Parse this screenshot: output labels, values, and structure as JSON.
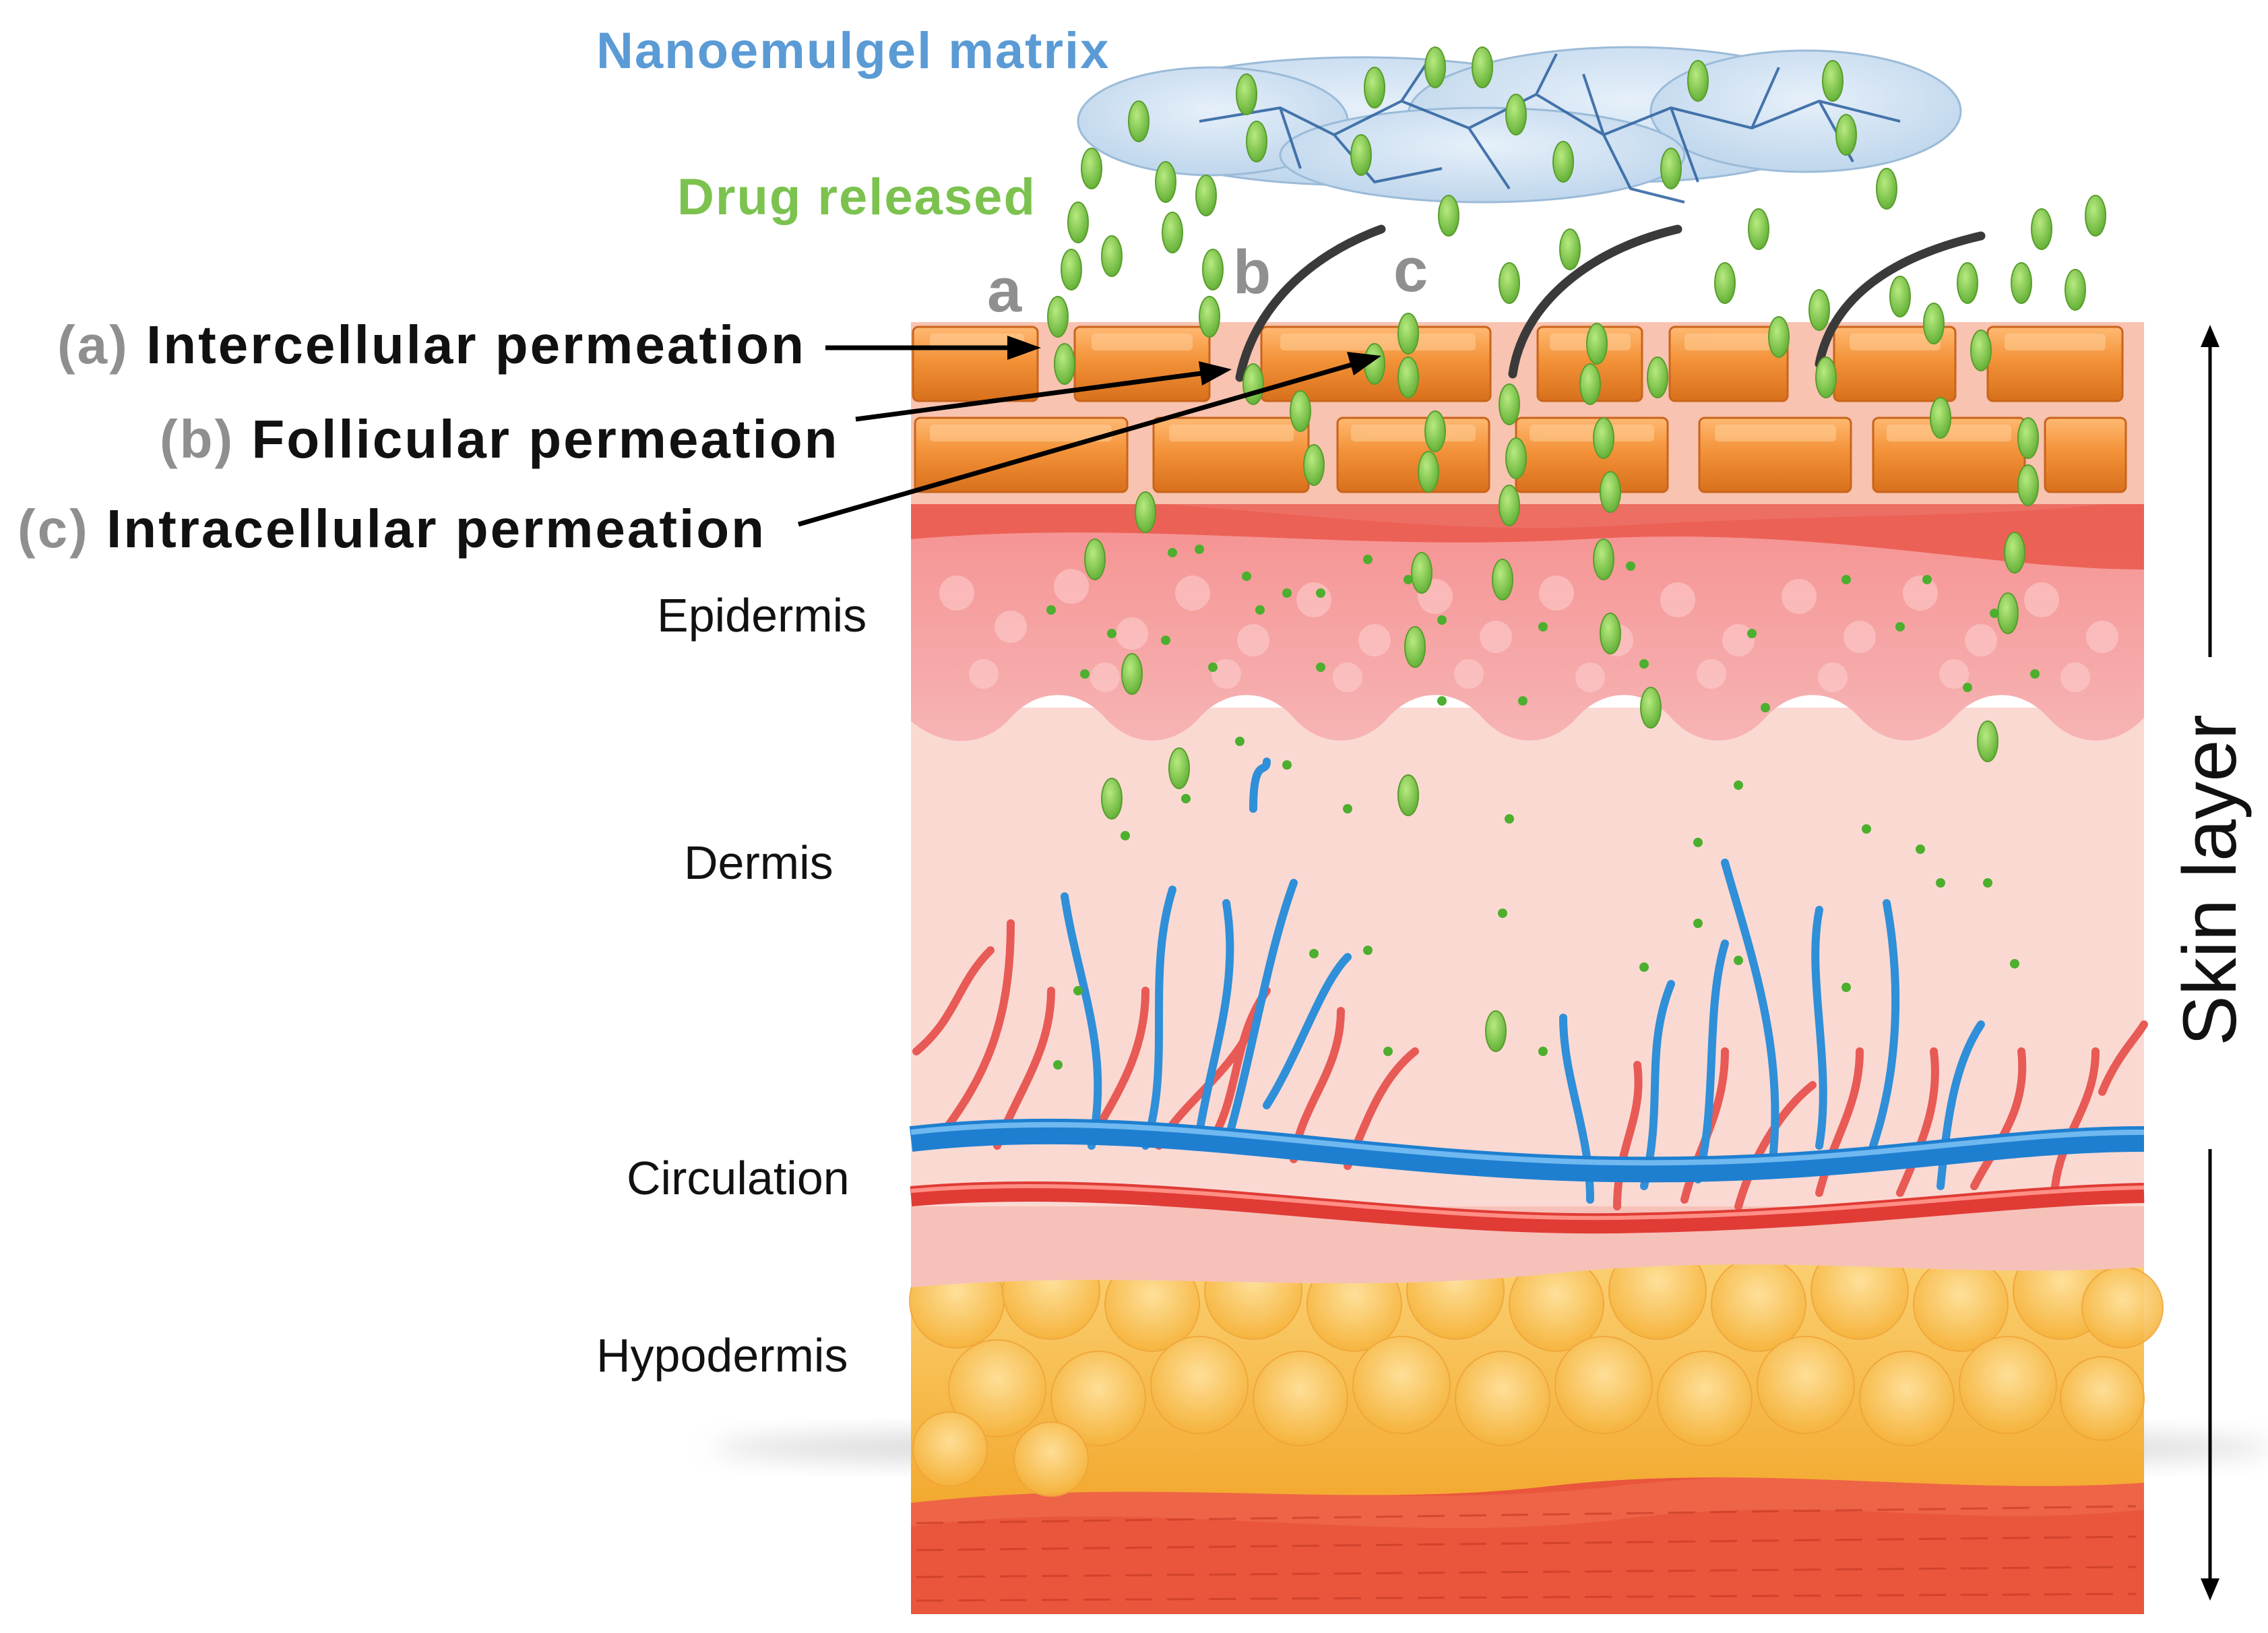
{
  "labels": {
    "nanoemulgel_matrix": "Nanoemulgel matrix",
    "drug_released": "Drug released",
    "letters": {
      "a": "a",
      "b": "b",
      "c": "c"
    },
    "permeation": {
      "a": {
        "letter": "(a)",
        "text": "Intercellular  permeation"
      },
      "b": {
        "letter": "(b)",
        "text": "Follicular  permeation"
      },
      "c": {
        "letter": "(c)",
        "text": "Intracellular  permeation"
      }
    },
    "layers": {
      "epidermis": "Epidermis",
      "dermis": "Dermis",
      "circulation": "Circulation",
      "hypodermis": "Hypodermis"
    },
    "skin_layer": "Skin layer"
  },
  "colors": {
    "drug_green": "#7cc24f",
    "matrix_blue": "#5b9bd5",
    "label_grey": "#8f8f8f",
    "corneocyte_orange": "#f0913a",
    "epidermis_pink": "#f4a6a6",
    "dermis_pink": "#fbd9d3",
    "vein_blue": "#1e7fd0",
    "artery_red": "#e03b35",
    "hypodermis_yellow": "#f9c449",
    "muscle_red": "#e9563c"
  }
}
